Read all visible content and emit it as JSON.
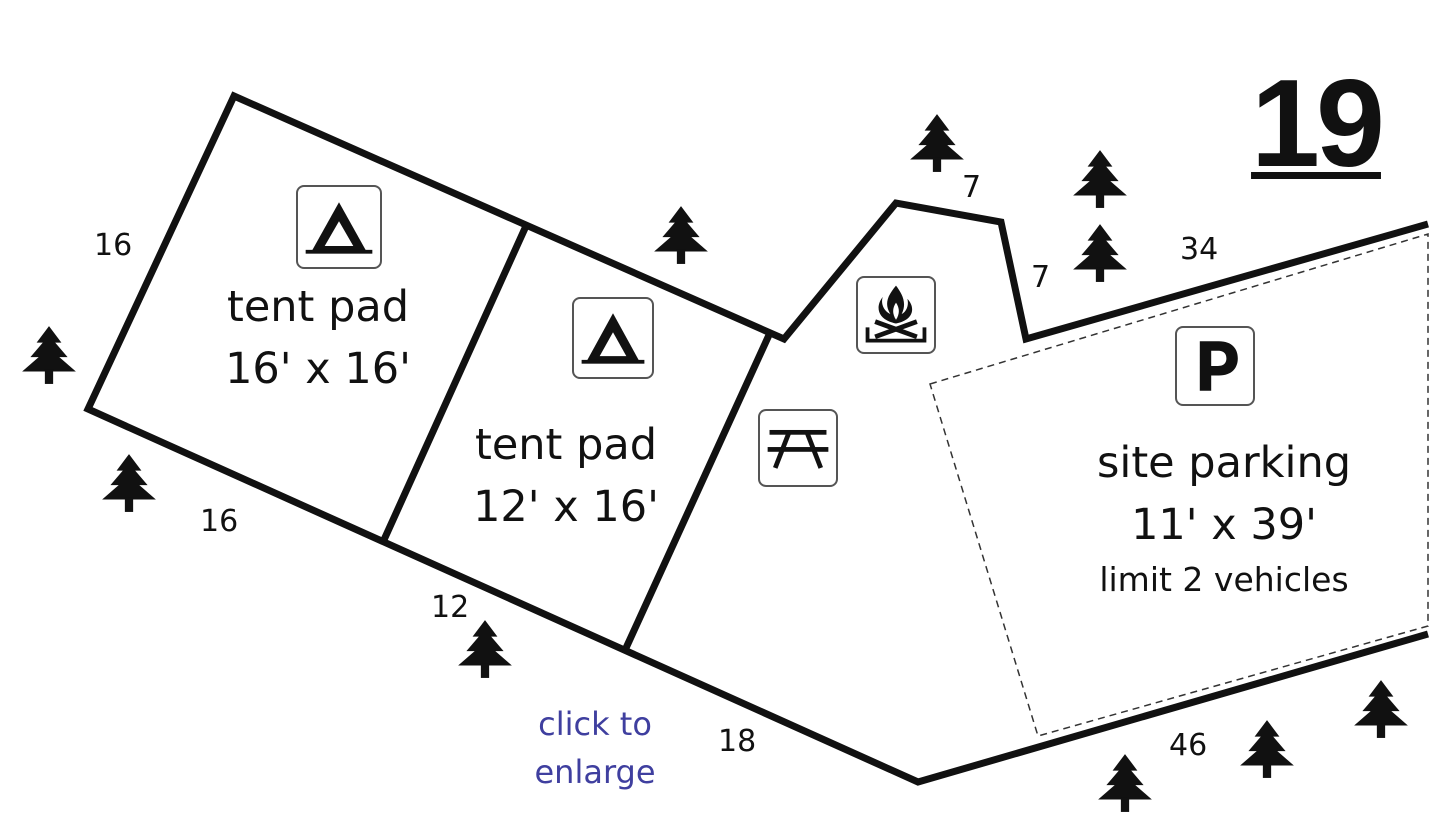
{
  "site": {
    "number": "19"
  },
  "areas": {
    "tent_pad_1": {
      "title": "tent pad",
      "size": "16' x 16'"
    },
    "tent_pad_2": {
      "title": "tent pad",
      "size": "12' x 16'"
    },
    "parking": {
      "title": "site parking",
      "size": "11' x 39'",
      "note": "limit 2 vehicles"
    }
  },
  "dimensions": {
    "left_side": "16",
    "bottom_pad1": "16",
    "bottom_pad2": "12",
    "bottom_mid": "18",
    "notch_top": "7",
    "notch_side": "7",
    "top_right": "34",
    "bottom_right": "46"
  },
  "link": {
    "enlarge": "click to\nenlarge"
  },
  "icons": {
    "tent": "tent-icon",
    "campfire": "campfire-icon",
    "picnic_table": "picnic-table-icon",
    "parking": "parking-icon",
    "tree": "tree-icon"
  }
}
